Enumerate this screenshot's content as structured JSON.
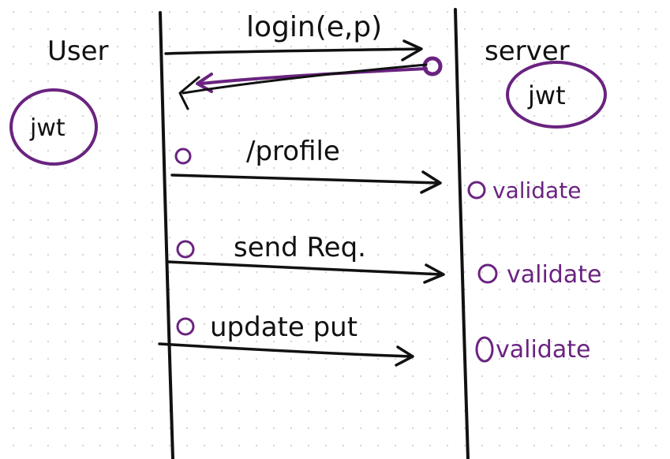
{
  "colors": {
    "ink": "#111111",
    "accent": "#6a2380",
    "background": "#ffffff",
    "grid_dots": "#c9c9c9"
  },
  "actors": {
    "user": "User",
    "server": "server"
  },
  "tokens": {
    "user_token": "jwt",
    "server_token": "jwt"
  },
  "messages": {
    "login": "login(e,p)",
    "profile": "/profile",
    "send_req": "send Req.",
    "update_put": "update put"
  },
  "server_actions": {
    "validate_1": "validate",
    "validate_2": "validate",
    "validate_3": "validate"
  }
}
